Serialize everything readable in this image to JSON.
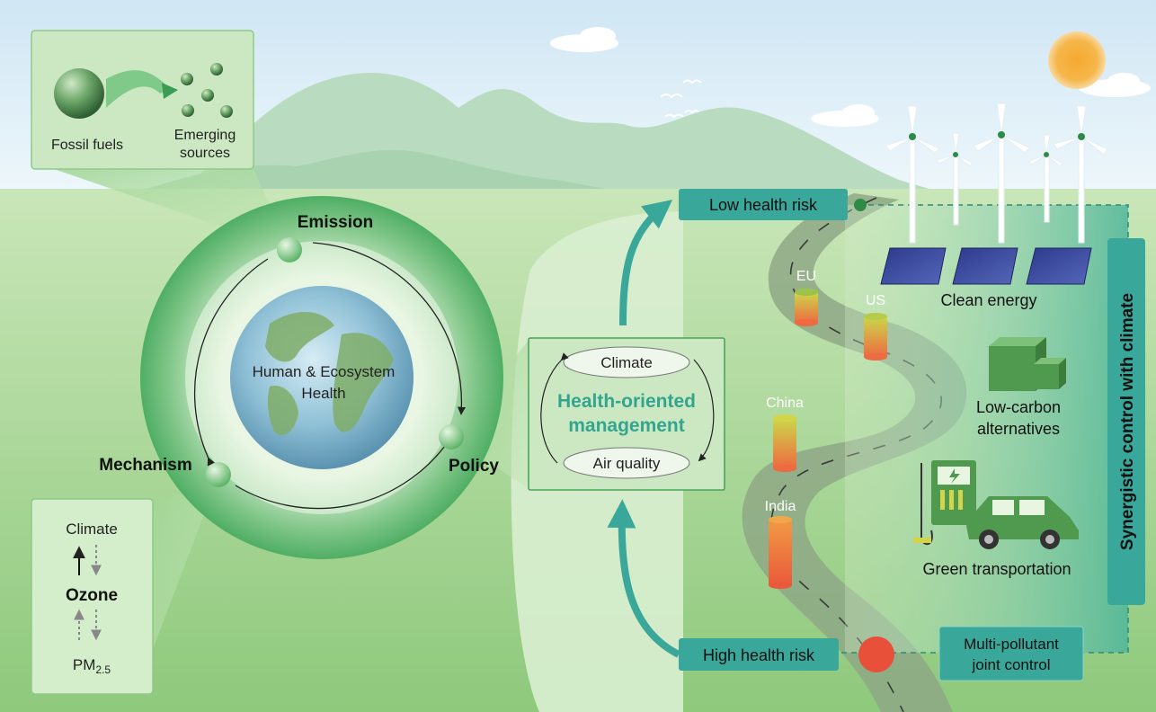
{
  "inset_fossil": {
    "fossil_label": "Fossil fuels",
    "emerging_label_line1": "Emerging",
    "emerging_label_line2": "sources"
  },
  "cycle": {
    "emission": "Emission",
    "mechanism": "Mechanism",
    "policy": "Policy",
    "center_line1": "Human & Ecosystem",
    "center_line2": "Health"
  },
  "inset_mechanism": {
    "climate": "Climate",
    "ozone": "Ozone",
    "pm_base": "PM",
    "pm_sub": "2.5"
  },
  "management": {
    "climate": "Climate",
    "title_line1": "Health-oriented",
    "title_line2": "management",
    "air_quality": "Air quality"
  },
  "road": {
    "low_risk": "Low health risk",
    "high_risk": "High health risk",
    "regions": [
      "EU",
      "US",
      "China",
      "India"
    ],
    "multi_line1": "Multi-pollutant",
    "multi_line2": "joint control"
  },
  "measures": {
    "clean_energy": "Clean energy",
    "low_carbon_line1": "Low-carbon",
    "low_carbon_line2": "alternatives",
    "green_transport": "Green transportation",
    "synergistic": "Synergistic control with climate"
  },
  "colors": {
    "teal": "#3aa79b",
    "dark_green": "#2e8b45",
    "light_green_bg": "#a7d495",
    "risk_red": "#e8503a",
    "sky": "#dbeef8"
  }
}
